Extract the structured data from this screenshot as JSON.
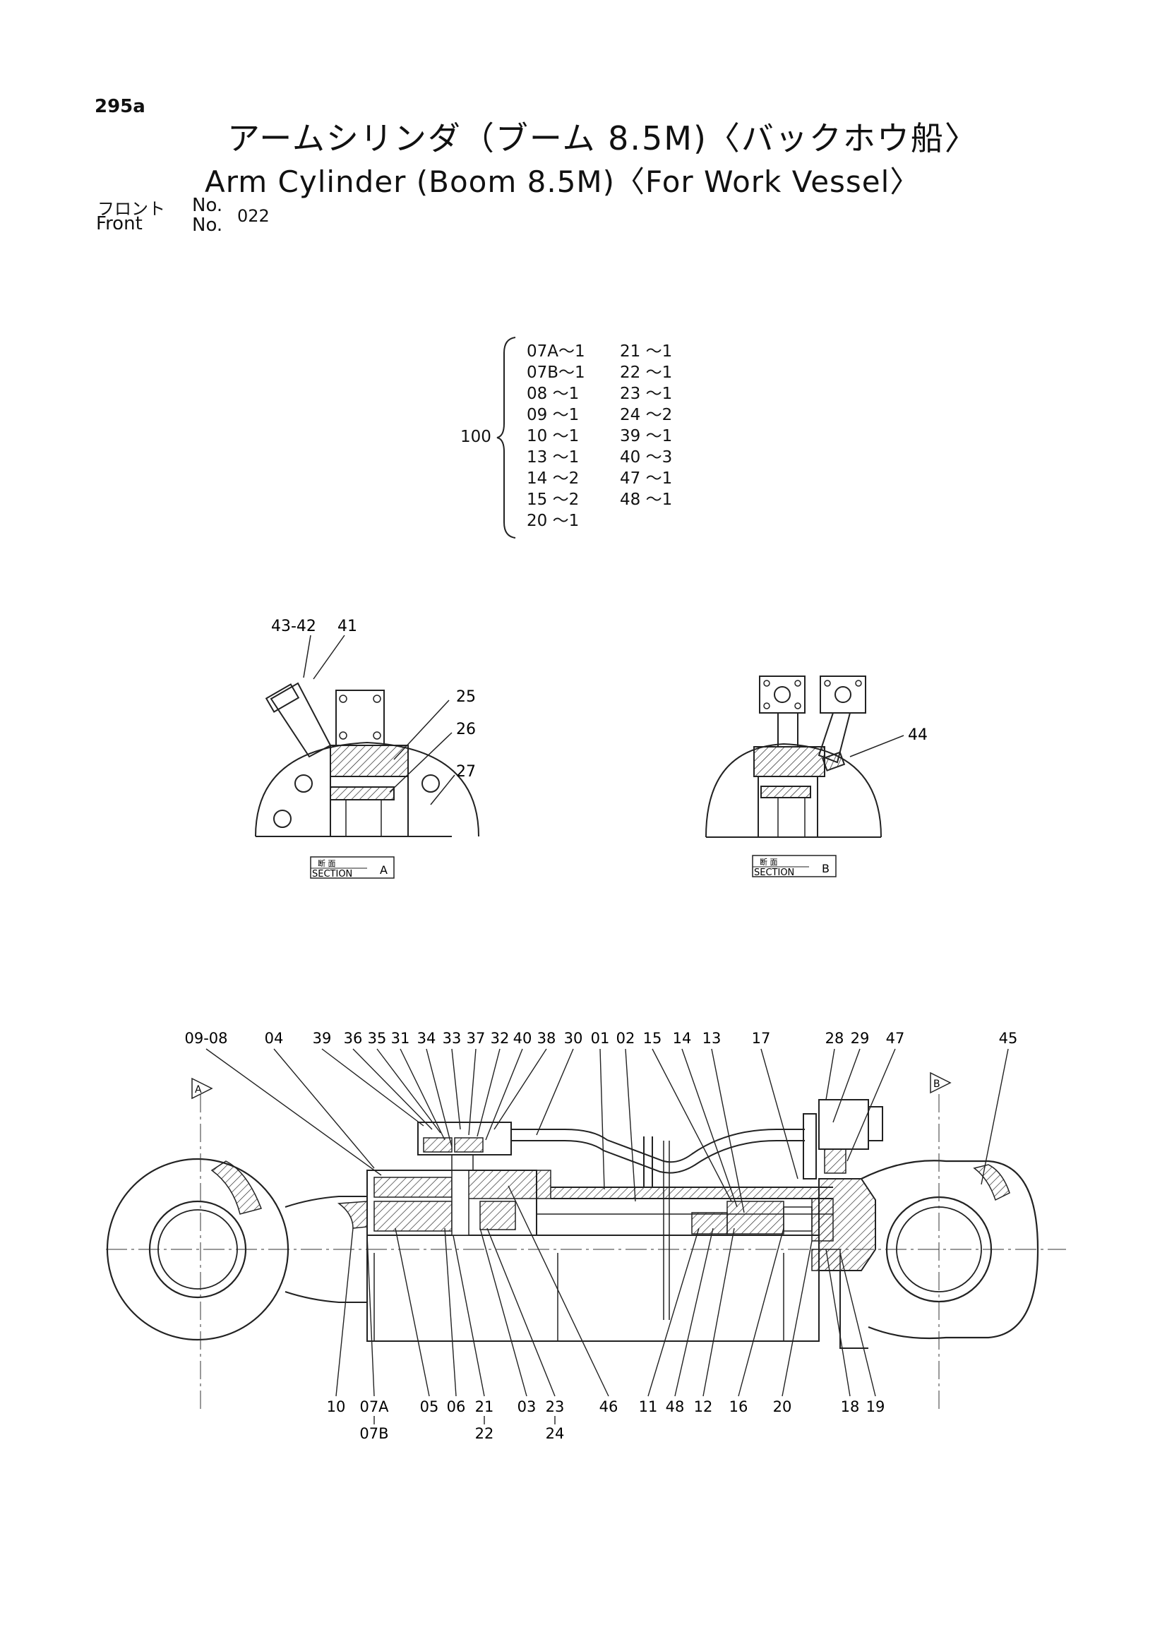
{
  "header": {
    "page_number": "295a",
    "title_jp": "アームシリンダ（ブーム 8.5M)〈バックホウ船〉",
    "title_en": "Arm Cylinder (Boom 8.5M)〈For Work Vessel〉",
    "front_label_jp": "フロント",
    "front_label_en": "Front",
    "no_label_1": "No.",
    "no_label_2": "No.",
    "front_no": "022"
  },
  "kit": {
    "number": "100",
    "col1": [
      "07A～1",
      "07B～1",
      "08 ～1",
      "09 ～1",
      "10 ～1",
      "13 ～1",
      "14 ～2",
      "15 ～2",
      "20 ～1"
    ],
    "col2": [
      "21 ～1",
      "22 ～1",
      "23 ～1",
      "24 ～2",
      "39 ～1",
      "40 ～3",
      "47 ～1",
      "48 ～1"
    ]
  },
  "section_a": {
    "labels": [
      "43-42",
      "41",
      "25",
      "26",
      "27"
    ],
    "caption_jp": "断 面",
    "caption_en": "SECTION",
    "letter": "A"
  },
  "section_b": {
    "labels": [
      "44"
    ],
    "caption_jp": "断 面",
    "caption_en": "SECTION",
    "letter": "B"
  },
  "main": {
    "top_labels": [
      "09-08",
      "04",
      "39",
      "36",
      "35",
      "31",
      "34",
      "33",
      "37",
      "32",
      "40",
      "38",
      "30",
      "01",
      "02",
      "15",
      "14",
      "13",
      "17",
      "28",
      "29",
      "47",
      "45"
    ],
    "bottom_labels": [
      "10",
      "07A",
      "05",
      "06",
      "21",
      "03",
      "23",
      "46",
      "11",
      "48",
      "12",
      "16",
      "20",
      "18",
      "19"
    ],
    "bottom_sub_labels": [
      "07B",
      "22",
      "24"
    ],
    "marker_a": "A",
    "marker_b": "B"
  }
}
